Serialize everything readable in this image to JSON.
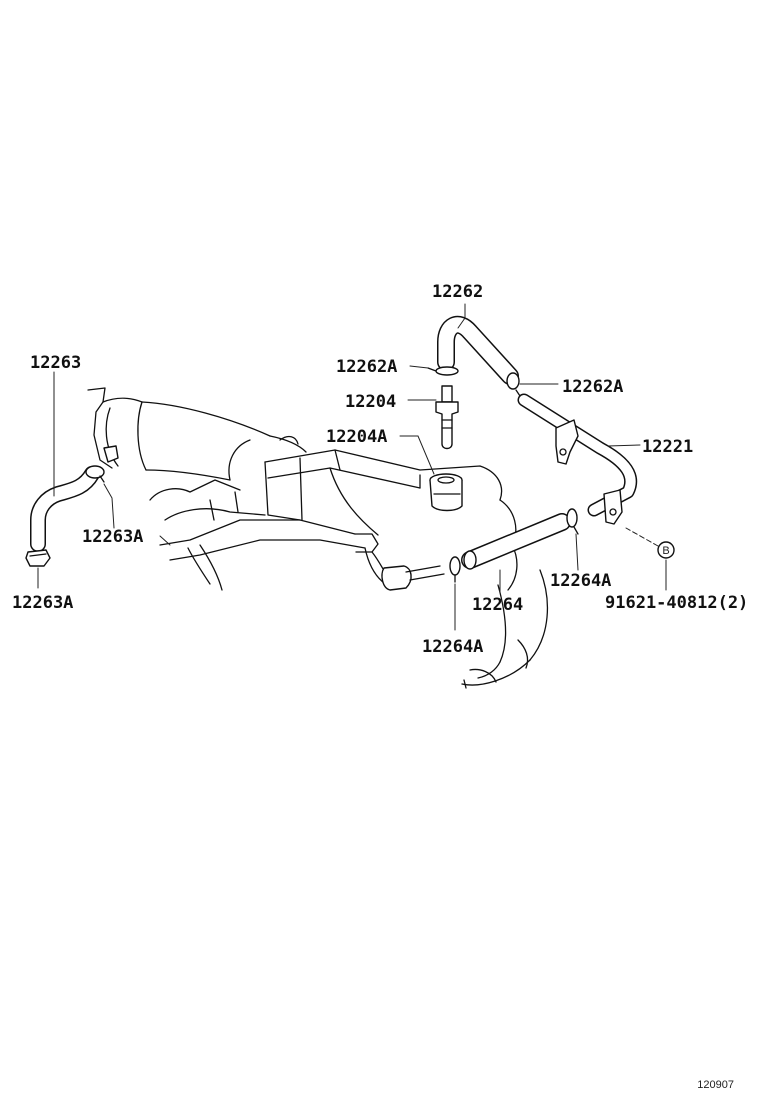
{
  "labels": {
    "p12262": "12262",
    "p12262A_left": "12262A",
    "p12262A_right": "12262A",
    "p12204": "12204",
    "p12204A": "12204A",
    "p12221": "12221",
    "p12263": "12263",
    "p12263A_mid": "12263A",
    "p12263A_low": "12263A",
    "p12264": "12264",
    "p12264A_right": "12264A",
    "p12264A_low": "12264A",
    "p91621": "91621-40812(2)"
  },
  "bolt_mark": "B",
  "ref_code": "120907"
}
